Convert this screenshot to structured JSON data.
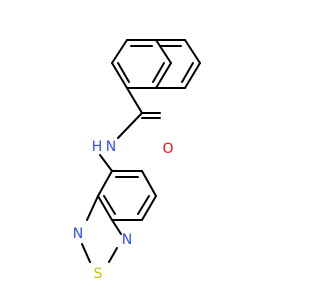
{
  "molecule": {
    "atom_labels": {
      "oxygen": "O",
      "amide_n": "N",
      "amide_h": "H",
      "ring_n1": "N",
      "ring_s": "S",
      "ring_n2": "N"
    },
    "colors": {
      "bond": "#000000",
      "oxygen": "#ff0d0d",
      "nitrogen": "#3050f8",
      "sulfur": "#c6c600"
    }
  }
}
